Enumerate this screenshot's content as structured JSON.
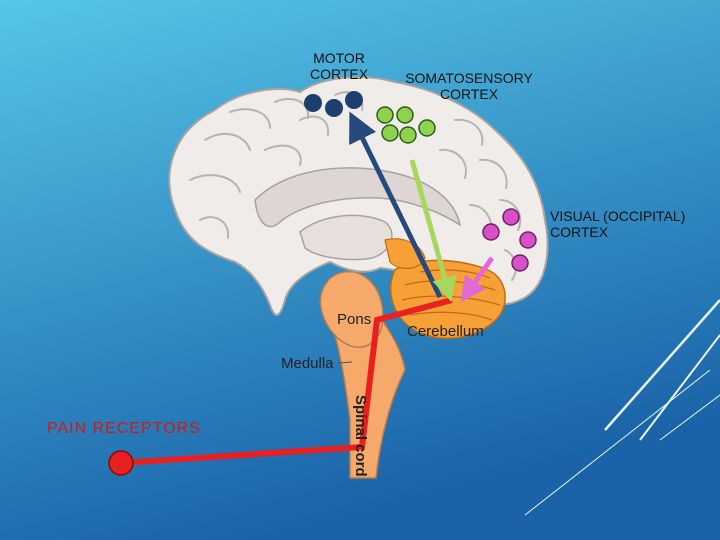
{
  "labels": {
    "motor_cortex": [
      "MOTOR",
      "CORTEX"
    ],
    "somatosensory_cortex": [
      "SOMATOSENSORY",
      "CORTEX"
    ],
    "visual_cortex": [
      "VISUAL (OCCIPITAL)",
      "CORTEX"
    ],
    "pain_receptors": "PAIN RECEPTORS",
    "pons": "Pons",
    "cerebellum": "Cerebellum",
    "medulla": "Medulla",
    "spinal_cord": "Spinal cord"
  },
  "colors": {
    "background_top": "#55c6e8",
    "background_bottom": "#1a63a8",
    "brain": "#f0ecea",
    "brain_outline": "#a8a2a0",
    "brainstem": "#f5a96b",
    "cerebellum": "#f7a037",
    "motor_dots": "#1c3f6e",
    "motor_arrow": "#274a7c",
    "somatosensory_dots": "#8fd24e",
    "somatosensory_arrow": "#a7d85d",
    "visual_dots": "#d84fc9",
    "visual_arrow": "#e069d6",
    "pain_path": "#e82020"
  }
}
